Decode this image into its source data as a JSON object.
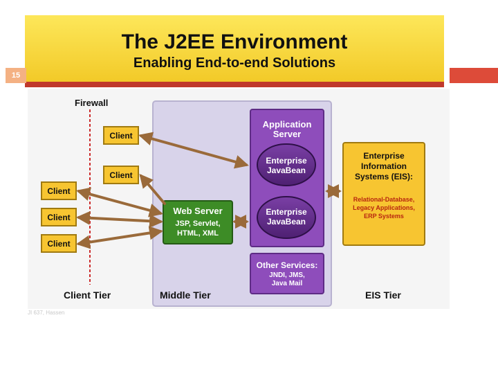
{
  "slide": {
    "number": "15",
    "title": "The J2EE Environment",
    "subtitle": "Enabling End-to-end Solutions",
    "footer": "JI 637, Hassen"
  },
  "diagram": {
    "firewall_label": "Firewall",
    "clients": [
      "Client",
      "Client",
      "Client",
      "Client",
      "Client"
    ],
    "tiers": {
      "client": "Client Tier",
      "middle": "Middle Tier",
      "eis": "EIS Tier"
    },
    "app_server": {
      "line1": "Application",
      "line2": "Server"
    },
    "ejb1": {
      "line1": "Enterprise",
      "line2": "JavaBean"
    },
    "ejb2": {
      "line1": "Enterprise",
      "line2": "JavaBean"
    },
    "web_server": {
      "title": "Web Server",
      "line1": "JSP, Servlet,",
      "line2": "HTML, XML"
    },
    "other_services": {
      "title": "Other Services:",
      "line1": "JNDI, JMS,",
      "line2": "Java Mail"
    },
    "eis": {
      "line1": "Enterprise",
      "line2": "Information",
      "line3": "Systems (EIS):",
      "detail1": "Relational-Database,",
      "detail2": "Legacy Applications,",
      "detail3": "ERP Systems"
    },
    "colors": {
      "client_box": "#f7c531",
      "middle_tier_bg": "#d8d3ea",
      "app_server": "#8e4dbb",
      "web_server": "#3d8c26",
      "eis_box": "#f7c531",
      "arrow": "#9a6a3a"
    }
  }
}
